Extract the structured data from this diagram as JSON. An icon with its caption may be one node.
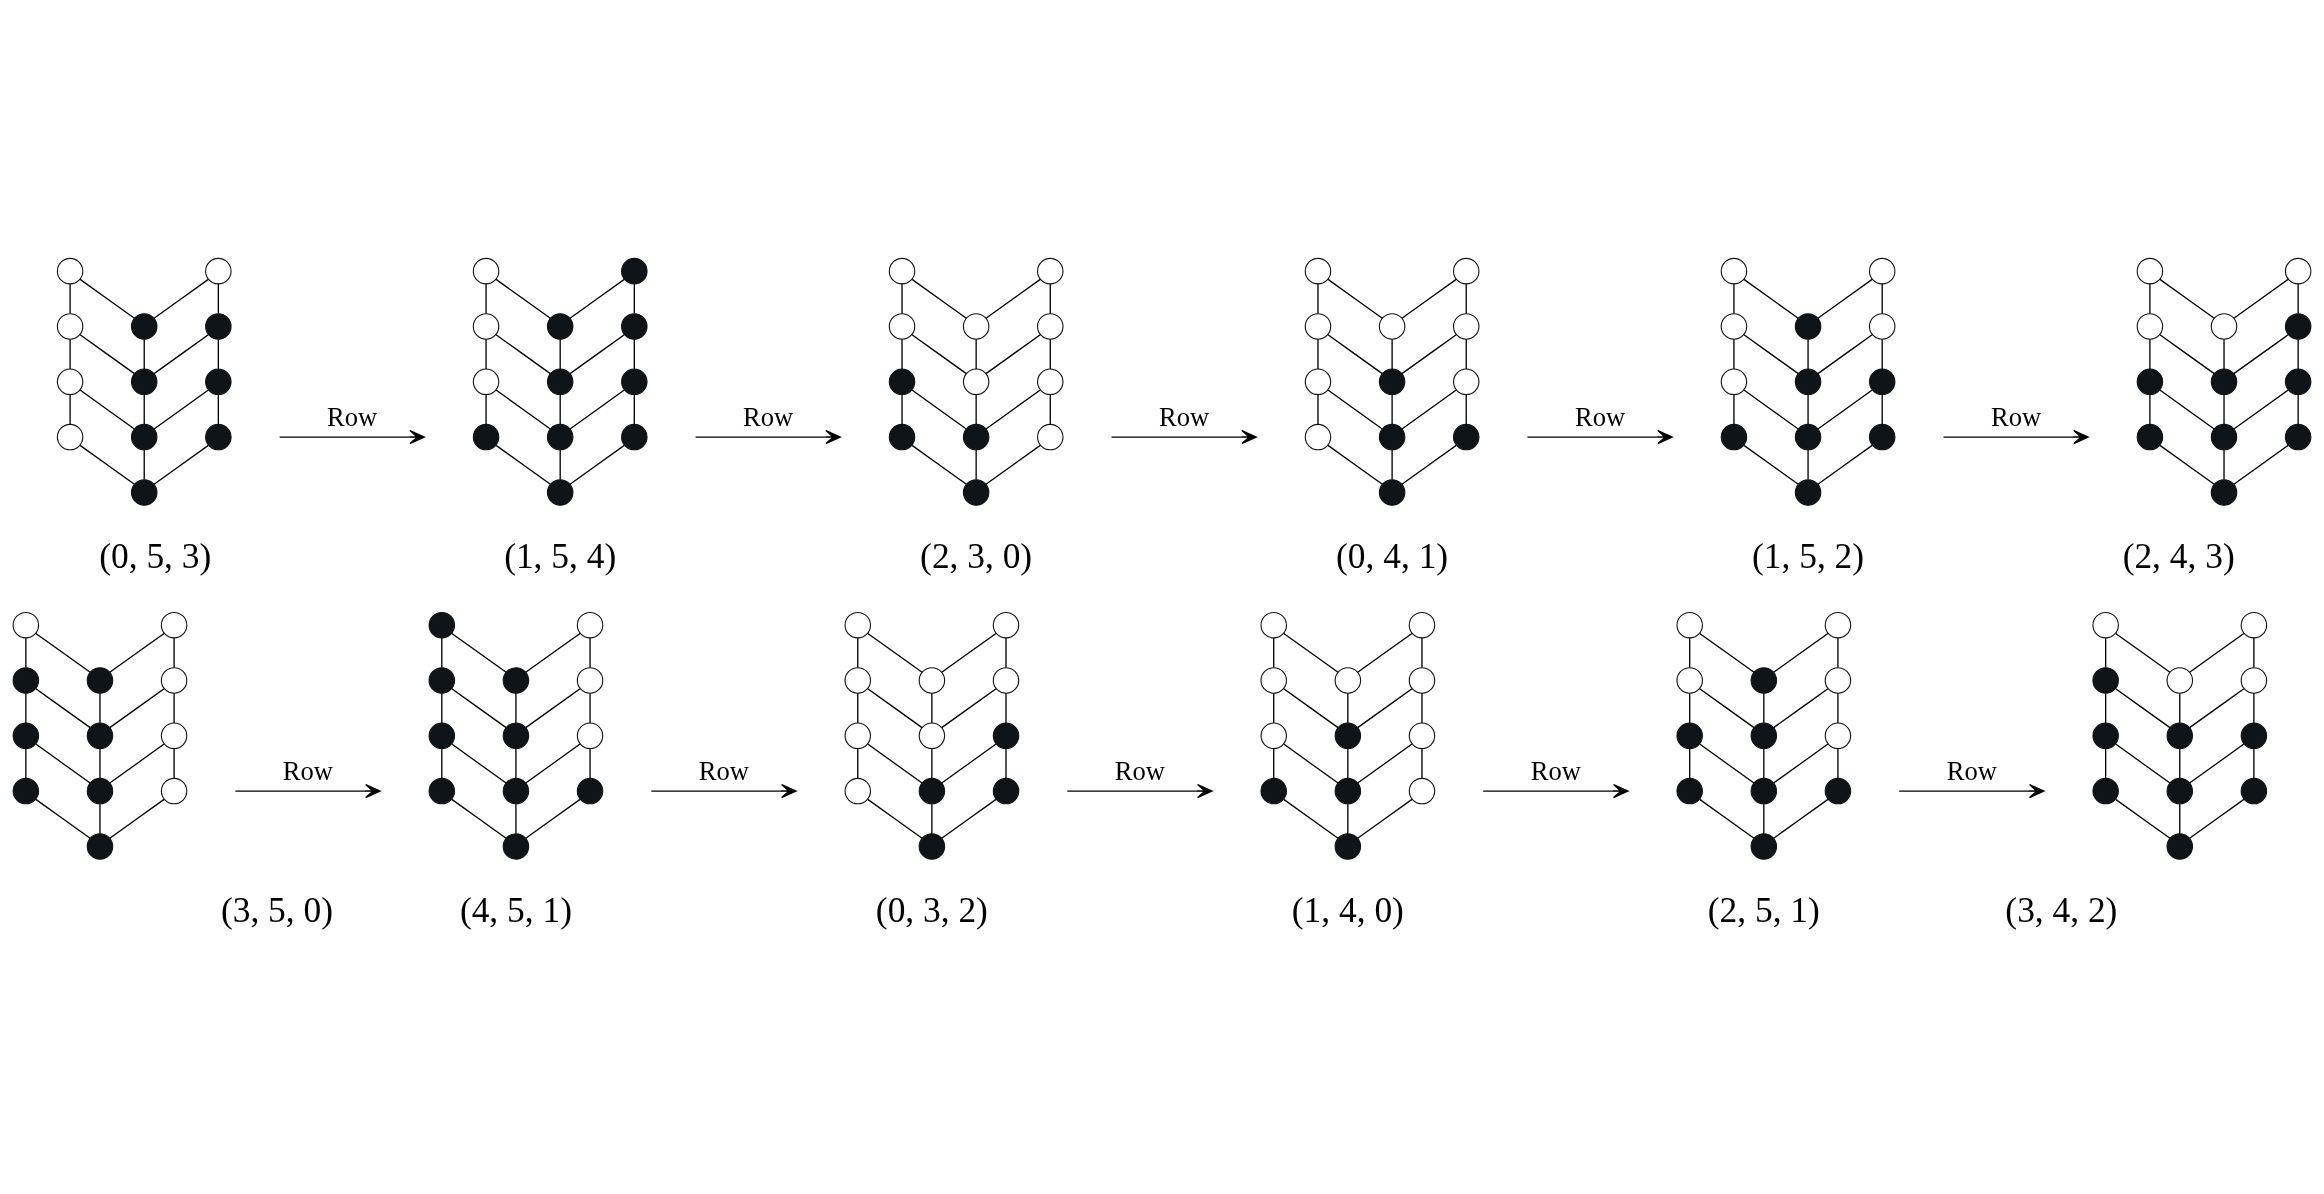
{
  "diagram": {
    "nodes": [
      {
        "text": [],
        "shape": "circle"
      },
      {
        "text": [],
        "shape": "circle"
      },
      {
        "text": [],
        "shape": "circle"
      },
      {
        "text": [],
        "shape": "dot"
      },
      {
        "text": [],
        "shape": "dot"
      },
      {
        "text": [],
        "shape": "circle"
      },
      {
        "text": [],
        "shape": "dot"
      },
      {
        "text": [],
        "shape": "dot"
      },
      {
        "text": [],
        "shape": "circle"
      },
      {
        "text": [],
        "shape": "dot"
      },
      {
        "text": [],
        "shape": "dot"
      },
      {
        "text": [],
        "shape": "dot"
      },
      {
        "text": [],
        "shape": "circle"
      },
      {
        "text": [],
        "shape": "dot"
      },
      {
        "text": [],
        "shape": "circle"
      },
      {
        "text": [],
        "shape": "dot"
      },
      {
        "text": [],
        "shape": "dot"
      },
      {
        "text": [],
        "shape": "circle"
      },
      {
        "text": [],
        "shape": "dot"
      },
      {
        "text": [],
        "shape": "dot"
      },
      {
        "text": [],
        "shape": "dot"
      },
      {
        "text": [],
        "shape": "dot"
      },
      {
        "text": [],
        "shape": "dot"
      },
      {
        "text": [],
        "shape": "dot"
      },
      {
        "text": [],
        "shape": "circle"
      },
      {
        "text": [],
        "shape": "circle"
      },
      {
        "text": [],
        "shape": "circle"
      },
      {
        "text": [],
        "shape": "circle"
      },
      {
        "text": [],
        "shape": "circle"
      },
      {
        "text": [],
        "shape": "dot"
      },
      {
        "text": [],
        "shape": "circle"
      },
      {
        "text": [],
        "shape": "circle"
      },
      {
        "text": [],
        "shape": "dot"
      },
      {
        "text": [],
        "shape": "dot"
      },
      {
        "text": [],
        "shape": "circle"
      },
      {
        "text": [],
        "shape": "dot"
      },
      {
        "text": [],
        "shape": "circle"
      },
      {
        "text": [],
        "shape": "circle"
      },
      {
        "text": [],
        "shape": "circle"
      },
      {
        "text": [],
        "shape": "circle"
      },
      {
        "text": [],
        "shape": "circle"
      },
      {
        "text": [],
        "shape": "circle"
      },
      {
        "text": [],
        "shape": "dot"
      },
      {
        "text": [],
        "shape": "circle"
      },
      {
        "text": [],
        "shape": "circle"
      },
      {
        "text": [],
        "shape": "dot"
      },
      {
        "text": [],
        "shape": "dot"
      },
      {
        "text": [],
        "shape": "dot"
      },
      {
        "text": [],
        "shape": "circle"
      },
      {
        "text": [],
        "shape": "circle"
      },
      {
        "text": [],
        "shape": "circle"
      },
      {
        "text": [],
        "shape": "dot"
      },
      {
        "text": [],
        "shape": "circle"
      },
      {
        "text": [],
        "shape": "circle"
      },
      {
        "text": [],
        "shape": "dot"
      },
      {
        "text": [],
        "shape": "dot"
      },
      {
        "text": [],
        "shape": "dot"
      },
      {
        "text": [],
        "shape": "dot"
      },
      {
        "text": [],
        "shape": "dot"
      },
      {
        "text": [],
        "shape": "dot"
      },
      {
        "text": [],
        "shape": "circle"
      },
      {
        "text": [],
        "shape": "circle"
      },
      {
        "text": [],
        "shape": "circle"
      },
      {
        "text": [],
        "shape": "circle"
      },
      {
        "text": [],
        "shape": "dot"
      },
      {
        "text": [],
        "shape": "dot"
      },
      {
        "text": [],
        "shape": "dot"
      },
      {
        "text": [],
        "shape": "dot"
      },
      {
        "text": [],
        "shape": "dot"
      },
      {
        "text": [],
        "shape": "dot"
      },
      {
        "text": [],
        "shape": "dot"
      },
      {
        "text": [],
        "shape": "dot"
      },
      {
        "text": [],
        "shape": "circle"
      },
      {
        "text": [],
        "shape": "circle"
      },
      {
        "text": [],
        "shape": "dot"
      },
      {
        "text": [],
        "shape": "dot"
      },
      {
        "text": [],
        "shape": "circle"
      },
      {
        "text": [],
        "shape": "dot"
      },
      {
        "text": [],
        "shape": "dot"
      },
      {
        "text": [],
        "shape": "circle"
      },
      {
        "text": [],
        "shape": "dot"
      },
      {
        "text": [],
        "shape": "dot"
      },
      {
        "text": [],
        "shape": "circle"
      },
      {
        "text": [],
        "shape": "dot"
      },
      {
        "text": [],
        "shape": "dot"
      },
      {
        "text": [],
        "shape": "circle"
      },
      {
        "text": [],
        "shape": "dot"
      },
      {
        "text": [],
        "shape": "dot"
      },
      {
        "text": [],
        "shape": "circle"
      },
      {
        "text": [],
        "shape": "dot"
      },
      {
        "text": [],
        "shape": "dot"
      },
      {
        "text": [],
        "shape": "circle"
      },
      {
        "text": [],
        "shape": "dot"
      },
      {
        "text": [],
        "shape": "dot"
      },
      {
        "text": [],
        "shape": "dot"
      },
      {
        "text": [],
        "shape": "dot"
      },
      {
        "text": [],
        "shape": "circle"
      },
      {
        "text": [],
        "shape": "circle"
      },
      {
        "text": [],
        "shape": "circle"
      },
      {
        "text": [],
        "shape": "circle"
      },
      {
        "text": [],
        "shape": "circle"
      },
      {
        "text": [],
        "shape": "circle"
      },
      {
        "text": [],
        "shape": "circle"
      },
      {
        "text": [],
        "shape": "dot"
      },
      {
        "text": [],
        "shape": "circle"
      },
      {
        "text": [],
        "shape": "dot"
      },
      {
        "text": [],
        "shape": "dot"
      },
      {
        "text": [],
        "shape": "dot"
      },
      {
        "text": [],
        "shape": "circle"
      },
      {
        "text": [],
        "shape": "circle"
      },
      {
        "text": [],
        "shape": "circle"
      },
      {
        "text": [],
        "shape": "circle"
      },
      {
        "text": [],
        "shape": "circle"
      },
      {
        "text": [],
        "shape": "circle"
      },
      {
        "text": [],
        "shape": "dot"
      },
      {
        "text": [],
        "shape": "circle"
      },
      {
        "text": [],
        "shape": "dot"
      },
      {
        "text": [],
        "shape": "dot"
      },
      {
        "text": [],
        "shape": "circle"
      },
      {
        "text": [],
        "shape": "dot"
      },
      {
        "text": [],
        "shape": "circle"
      },
      {
        "text": [],
        "shape": "circle"
      },
      {
        "text": [],
        "shape": "circle"
      },
      {
        "text": [],
        "shape": "dot"
      },
      {
        "text": [],
        "shape": "circle"
      },
      {
        "text": [],
        "shape": "dot"
      },
      {
        "text": [],
        "shape": "dot"
      },
      {
        "text": [],
        "shape": "circle"
      },
      {
        "text": [],
        "shape": "dot"
      },
      {
        "text": [],
        "shape": "dot"
      },
      {
        "text": [],
        "shape": "dot"
      },
      {
        "text": [],
        "shape": "dot"
      },
      {
        "text": [],
        "shape": "circle"
      },
      {
        "text": [],
        "shape": "circle"
      },
      {
        "text": [],
        "shape": "dot"
      },
      {
        "text": [],
        "shape": "circle"
      },
      {
        "text": [],
        "shape": "circle"
      },
      {
        "text": [],
        "shape": "dot"
      },
      {
        "text": [],
        "shape": "dot"
      },
      {
        "text": [],
        "shape": "dot"
      },
      {
        "text": [],
        "shape": "dot"
      },
      {
        "text": [],
        "shape": "dot"
      },
      {
        "text": [],
        "shape": "dot"
      },
      {
        "text": [],
        "shape": "dot"
      }
    ],
    "edges": [
      {
        "from": 0,
        "to": 2,
        "arrow": "none"
      },
      {
        "from": 0,
        "to": 3,
        "arrow": "none"
      },
      {
        "from": 1,
        "to": 3,
        "arrow": "none"
      },
      {
        "from": 1,
        "to": 4,
        "arrow": "none"
      },
      {
        "from": 2,
        "to": 5,
        "arrow": "none"
      },
      {
        "from": 2,
        "to": 6,
        "arrow": "none"
      },
      {
        "from": 3,
        "to": 6,
        "arrow": "none"
      },
      {
        "from": 4,
        "to": 6,
        "arrow": "none"
      },
      {
        "from": 4,
        "to": 7,
        "arrow": "none"
      },
      {
        "from": 5,
        "to": 8,
        "arrow": "none"
      },
      {
        "from": 5,
        "to": 9,
        "arrow": "none"
      },
      {
        "from": 6,
        "to": 9,
        "arrow": "none"
      },
      {
        "from": 7,
        "to": 9,
        "arrow": "none"
      },
      {
        "from": 7,
        "to": 10,
        "arrow": "none"
      },
      {
        "from": 8,
        "to": 11,
        "arrow": "none"
      },
      {
        "from": 9,
        "to": 11,
        "arrow": "none"
      },
      {
        "from": 10,
        "to": 11,
        "arrow": "none"
      },
      {
        "from": 12,
        "to": 14,
        "arrow": "none"
      },
      {
        "from": 12,
        "to": 15,
        "arrow": "none"
      },
      {
        "from": 13,
        "to": 15,
        "arrow": "none"
      },
      {
        "from": 13,
        "to": 16,
        "arrow": "none"
      },
      {
        "from": 14,
        "to": 17,
        "arrow": "none"
      },
      {
        "from": 14,
        "to": 18,
        "arrow": "none"
      },
      {
        "from": 15,
        "to": 18,
        "arrow": "none"
      },
      {
        "from": 16,
        "to": 18,
        "arrow": "none"
      },
      {
        "from": 16,
        "to": 19,
        "arrow": "none"
      },
      {
        "from": 17,
        "to": 20,
        "arrow": "none"
      },
      {
        "from": 17,
        "to": 21,
        "arrow": "none"
      },
      {
        "from": 18,
        "to": 21,
        "arrow": "none"
      },
      {
        "from": 19,
        "to": 21,
        "arrow": "none"
      },
      {
        "from": 19,
        "to": 22,
        "arrow": "none"
      },
      {
        "from": 20,
        "to": 23,
        "arrow": "none"
      },
      {
        "from": 21,
        "to": 23,
        "arrow": "none"
      },
      {
        "from": 22,
        "to": 23,
        "arrow": "none"
      },
      {
        "from": 24,
        "to": 26,
        "arrow": "none"
      },
      {
        "from": 24,
        "to": 27,
        "arrow": "none"
      },
      {
        "from": 25,
        "to": 27,
        "arrow": "none"
      },
      {
        "from": 25,
        "to": 28,
        "arrow": "none"
      },
      {
        "from": 26,
        "to": 29,
        "arrow": "none"
      },
      {
        "from": 26,
        "to": 30,
        "arrow": "none"
      },
      {
        "from": 27,
        "to": 30,
        "arrow": "none"
      },
      {
        "from": 28,
        "to": 30,
        "arrow": "none"
      },
      {
        "from": 28,
        "to": 31,
        "arrow": "none"
      },
      {
        "from": 29,
        "to": 32,
        "arrow": "none"
      },
      {
        "from": 29,
        "to": 33,
        "arrow": "none"
      },
      {
        "from": 30,
        "to": 33,
        "arrow": "none"
      },
      {
        "from": 31,
        "to": 33,
        "arrow": "none"
      },
      {
        "from": 31,
        "to": 34,
        "arrow": "none"
      },
      {
        "from": 32,
        "to": 35,
        "arrow": "none"
      },
      {
        "from": 33,
        "to": 35,
        "arrow": "none"
      },
      {
        "from": 34,
        "to": 35,
        "arrow": "none"
      },
      {
        "from": 36,
        "to": 38,
        "arrow": "none"
      },
      {
        "from": 36,
        "to": 39,
        "arrow": "none"
      },
      {
        "from": 37,
        "to": 39,
        "arrow": "none"
      },
      {
        "from": 37,
        "to": 40,
        "arrow": "none"
      },
      {
        "from": 38,
        "to": 41,
        "arrow": "none"
      },
      {
        "from": 38,
        "to": 42,
        "arrow": "none"
      },
      {
        "from": 39,
        "to": 42,
        "arrow": "none"
      },
      {
        "from": 40,
        "to": 42,
        "arrow": "none"
      },
      {
        "from": 40,
        "to": 43,
        "arrow": "none"
      },
      {
        "from": 41,
        "to": 44,
        "arrow": "none"
      },
      {
        "from": 41,
        "to": 45,
        "arrow": "none"
      },
      {
        "from": 42,
        "to": 45,
        "arrow": "none"
      },
      {
        "from": 43,
        "to": 45,
        "arrow": "none"
      },
      {
        "from": 43,
        "to": 46,
        "arrow": "none"
      },
      {
        "from": 44,
        "to": 47,
        "arrow": "none"
      },
      {
        "from": 45,
        "to": 47,
        "arrow": "none"
      },
      {
        "from": 46,
        "to": 47,
        "arrow": "none"
      },
      {
        "from": 48,
        "to": 50,
        "arrow": "none"
      },
      {
        "from": 48,
        "to": 51,
        "arrow": "none"
      },
      {
        "from": 49,
        "to": 51,
        "arrow": "none"
      },
      {
        "from": 49,
        "to": 52,
        "arrow": "none"
      },
      {
        "from": 50,
        "to": 53,
        "arrow": "none"
      },
      {
        "from": 50,
        "to": 54,
        "arrow": "none"
      },
      {
        "from": 51,
        "to": 54,
        "arrow": "none"
      },
      {
        "from": 52,
        "to": 54,
        "arrow": "none"
      },
      {
        "from": 52,
        "to": 55,
        "arrow": "none"
      },
      {
        "from": 53,
        "to": 56,
        "arrow": "none"
      },
      {
        "from": 53,
        "to": 57,
        "arrow": "none"
      },
      {
        "from": 54,
        "to": 57,
        "arrow": "none"
      },
      {
        "from": 55,
        "to": 57,
        "arrow": "none"
      },
      {
        "from": 55,
        "to": 58,
        "arrow": "none"
      },
      {
        "from": 56,
        "to": 59,
        "arrow": "none"
      },
      {
        "from": 57,
        "to": 59,
        "arrow": "none"
      },
      {
        "from": 58,
        "to": 59,
        "arrow": "none"
      },
      {
        "from": 60,
        "to": 62,
        "arrow": "none"
      },
      {
        "from": 60,
        "to": 63,
        "arrow": "none"
      },
      {
        "from": 61,
        "to": 63,
        "arrow": "none"
      },
      {
        "from": 61,
        "to": 64,
        "arrow": "none"
      },
      {
        "from": 62,
        "to": 65,
        "arrow": "none"
      },
      {
        "from": 62,
        "to": 66,
        "arrow": "none"
      },
      {
        "from": 63,
        "to": 66,
        "arrow": "none"
      },
      {
        "from": 64,
        "to": 66,
        "arrow": "none"
      },
      {
        "from": 64,
        "to": 67,
        "arrow": "none"
      },
      {
        "from": 65,
        "to": 68,
        "arrow": "none"
      },
      {
        "from": 65,
        "to": 69,
        "arrow": "none"
      },
      {
        "from": 66,
        "to": 69,
        "arrow": "none"
      },
      {
        "from": 67,
        "to": 69,
        "arrow": "none"
      },
      {
        "from": 67,
        "to": 70,
        "arrow": "none"
      },
      {
        "from": 68,
        "to": 71,
        "arrow": "none"
      },
      {
        "from": 69,
        "to": 71,
        "arrow": "none"
      },
      {
        "from": 70,
        "to": 71,
        "arrow": "none"
      },
      {
        "from": 72,
        "to": 74,
        "arrow": "none"
      },
      {
        "from": 72,
        "to": 75,
        "arrow": "none"
      },
      {
        "from": 73,
        "to": 75,
        "arrow": "none"
      },
      {
        "from": 73,
        "to": 76,
        "arrow": "none"
      },
      {
        "from": 74,
        "to": 77,
        "arrow": "none"
      },
      {
        "from": 74,
        "to": 78,
        "arrow": "none"
      },
      {
        "from": 75,
        "to": 78,
        "arrow": "none"
      },
      {
        "from": 76,
        "to": 78,
        "arrow": "none"
      },
      {
        "from": 76,
        "to": 79,
        "arrow": "none"
      },
      {
        "from": 77,
        "to": 80,
        "arrow": "none"
      },
      {
        "from": 77,
        "to": 81,
        "arrow": "none"
      },
      {
        "from": 78,
        "to": 81,
        "arrow": "none"
      },
      {
        "from": 79,
        "to": 81,
        "arrow": "none"
      },
      {
        "from": 79,
        "to": 82,
        "arrow": "none"
      },
      {
        "from": 80,
        "to": 83,
        "arrow": "none"
      },
      {
        "from": 81,
        "to": 83,
        "arrow": "none"
      },
      {
        "from": 82,
        "to": 83,
        "arrow": "none"
      },
      {
        "from": 84,
        "to": 86,
        "arrow": "none"
      },
      {
        "from": 84,
        "to": 87,
        "arrow": "none"
      },
      {
        "from": 85,
        "to": 87,
        "arrow": "none"
      },
      {
        "from": 85,
        "to": 88,
        "arrow": "none"
      },
      {
        "from": 86,
        "to": 89,
        "arrow": "none"
      },
      {
        "from": 86,
        "to": 90,
        "arrow": "none"
      },
      {
        "from": 87,
        "to": 90,
        "arrow": "none"
      },
      {
        "from": 88,
        "to": 90,
        "arrow": "none"
      },
      {
        "from": 88,
        "to": 91,
        "arrow": "none"
      },
      {
        "from": 89,
        "to": 92,
        "arrow": "none"
      },
      {
        "from": 89,
        "to": 93,
        "arrow": "none"
      },
      {
        "from": 90,
        "to": 93,
        "arrow": "none"
      },
      {
        "from": 91,
        "to": 93,
        "arrow": "none"
      },
      {
        "from": 91,
        "to": 94,
        "arrow": "none"
      },
      {
        "from": 92,
        "to": 95,
        "arrow": "none"
      },
      {
        "from": 93,
        "to": 95,
        "arrow": "none"
      },
      {
        "from": 94,
        "to": 95,
        "arrow": "none"
      },
      {
        "from": 96,
        "to": 98,
        "arrow": "none"
      },
      {
        "from": 96,
        "to": 99,
        "arrow": "none"
      },
      {
        "from": 97,
        "to": 99,
        "arrow": "none"
      },
      {
        "from": 97,
        "to": 100,
        "arrow": "none"
      },
      {
        "from": 98,
        "to": 101,
        "arrow": "none"
      },
      {
        "from": 98,
        "to": 102,
        "arrow": "none"
      },
      {
        "from": 99,
        "to": 102,
        "arrow": "none"
      },
      {
        "from": 100,
        "to": 102,
        "arrow": "none"
      },
      {
        "from": 100,
        "to": 103,
        "arrow": "none"
      },
      {
        "from": 101,
        "to": 104,
        "arrow": "none"
      },
      {
        "from": 101,
        "to": 105,
        "arrow": "none"
      },
      {
        "from": 102,
        "to": 105,
        "arrow": "none"
      },
      {
        "from": 103,
        "to": 105,
        "arrow": "none"
      },
      {
        "from": 103,
        "to": 106,
        "arrow": "none"
      },
      {
        "from": 104,
        "to": 107,
        "arrow": "none"
      },
      {
        "from": 105,
        "to": 107,
        "arrow": "none"
      },
      {
        "from": 106,
        "to": 107,
        "arrow": "none"
      },
      {
        "from": 108,
        "to": 110,
        "arrow": "none"
      },
      {
        "from": 108,
        "to": 111,
        "arrow": "none"
      },
      {
        "from": 109,
        "to": 111,
        "arrow": "none"
      },
      {
        "from": 109,
        "to": 112,
        "arrow": "none"
      },
      {
        "from": 110,
        "to": 113,
        "arrow": "none"
      },
      {
        "from": 110,
        "to": 114,
        "arrow": "none"
      },
      {
        "from": 111,
        "to": 114,
        "arrow": "none"
      },
      {
        "from": 112,
        "to": 114,
        "arrow": "none"
      },
      {
        "from": 112,
        "to": 115,
        "arrow": "none"
      },
      {
        "from": 113,
        "to": 116,
        "arrow": "none"
      },
      {
        "from": 113,
        "to": 117,
        "arrow": "none"
      },
      {
        "from": 114,
        "to": 117,
        "arrow": "none"
      },
      {
        "from": 115,
        "to": 117,
        "arrow": "none"
      },
      {
        "from": 115,
        "to": 118,
        "arrow": "none"
      },
      {
        "from": 116,
        "to": 119,
        "arrow": "none"
      },
      {
        "from": 117,
        "to": 119,
        "arrow": "none"
      },
      {
        "from": 118,
        "to": 119,
        "arrow": "none"
      },
      {
        "from": 120,
        "to": 122,
        "arrow": "none"
      },
      {
        "from": 120,
        "to": 123,
        "arrow": "none"
      },
      {
        "from": 121,
        "to": 123,
        "arrow": "none"
      },
      {
        "from": 121,
        "to": 124,
        "arrow": "none"
      },
      {
        "from": 122,
        "to": 125,
        "arrow": "none"
      },
      {
        "from": 122,
        "to": 126,
        "arrow": "none"
      },
      {
        "from": 123,
        "to": 126,
        "arrow": "none"
      },
      {
        "from": 124,
        "to": 126,
        "arrow": "none"
      },
      {
        "from": 124,
        "to": 127,
        "arrow": "none"
      },
      {
        "from": 125,
        "to": 128,
        "arrow": "none"
      },
      {
        "from": 125,
        "to": 129,
        "arrow": "none"
      },
      {
        "from": 126,
        "to": 129,
        "arrow": "none"
      },
      {
        "from": 127,
        "to": 129,
        "arrow": "none"
      },
      {
        "from": 127,
        "to": 130,
        "arrow": "none"
      },
      {
        "from": 128,
        "to": 131,
        "arrow": "none"
      },
      {
        "from": 129,
        "to": 131,
        "arrow": "none"
      },
      {
        "from": 130,
        "to": 131,
        "arrow": "none"
      },
      {
        "from": 132,
        "to": 134,
        "arrow": "none"
      },
      {
        "from": 132,
        "to": 135,
        "arrow": "none"
      },
      {
        "from": 133,
        "to": 135,
        "arrow": "none"
      },
      {
        "from": 133,
        "to": 136,
        "arrow": "none"
      },
      {
        "from": 134,
        "to": 137,
        "arrow": "none"
      },
      {
        "from": 134,
        "to": 138,
        "arrow": "none"
      },
      {
        "from": 135,
        "to": 138,
        "arrow": "none"
      },
      {
        "from": 136,
        "to": 138,
        "arrow": "none"
      },
      {
        "from": 136,
        "to": 139,
        "arrow": "none"
      },
      {
        "from": 137,
        "to": 140,
        "arrow": "none"
      },
      {
        "from": 137,
        "to": 141,
        "arrow": "none"
      },
      {
        "from": 138,
        "to": 141,
        "arrow": "none"
      },
      {
        "from": 139,
        "to": 141,
        "arrow": "none"
      },
      {
        "from": 139,
        "to": 142,
        "arrow": "none"
      },
      {
        "from": 140,
        "to": 143,
        "arrow": "none"
      },
      {
        "from": 141,
        "to": 143,
        "arrow": "none"
      },
      {
        "from": 142,
        "to": 143,
        "arrow": "none"
      }
    ],
    "labels": [
      "Row",
      "Row",
      "Row",
      "Row",
      "Row",
      "(0, 5, 3)",
      "(1, 5, 4)",
      "(2, 3, 0)",
      "(0, 4, 1)",
      "(1, 5, 2)",
      "(2, 4, 3)",
      "Row",
      "Row",
      "Row",
      "Row",
      "Row",
      "(3, 5, 0)",
      "(4, 5, 1)",
      "(0, 3, 2)",
      "(1, 4, 0)",
      "(2, 5, 1)",
      "(3, 4, 2)"
    ]
  }
}
